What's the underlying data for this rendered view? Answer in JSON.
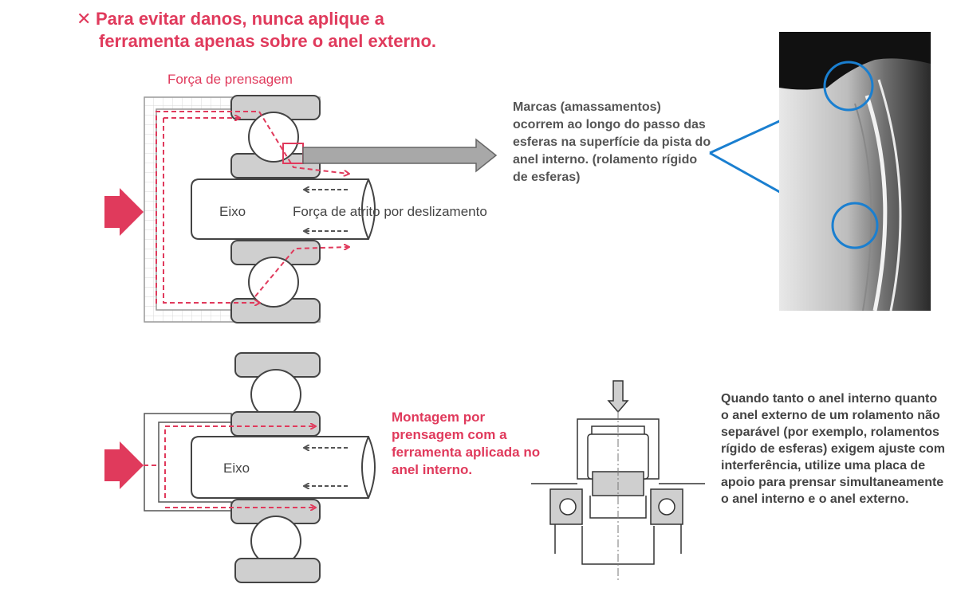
{
  "warning": {
    "icon": "cross-icon",
    "line1": "Para evitar danos, nunca aplique a",
    "line2": "ferramenta apenas sobre o anel externo."
  },
  "diagram_top": {
    "force_label": "Força de prensagem",
    "shaft_label": "Eixo",
    "friction_label": "Força de atrito por deslizamento"
  },
  "marks_description": "Marcas (amassamentos) ocorrem ao longo do passo das esferas na superfície da pista do anel interno. (rolamento rígido de esferas)",
  "diagram_bottom": {
    "shaft_label": "Eixo",
    "caption": "Montagem por prensagem com a ferramenta aplicada no anel interno."
  },
  "support_plate_description": "Quando tanto o anel interno quanto o anel externo de um rolamento não separável (por exemplo, rolamentos rígido de esferas) exigem ajuste com interferência, utilize uma placa de apoio para prensar simultaneamente o anel interno e o anel externo.",
  "colors": {
    "accent_red": "#e03a5c",
    "highlight_blue": "#1a7fd0",
    "part_gray": "#cfcfcf",
    "outline_dark": "#444444"
  }
}
